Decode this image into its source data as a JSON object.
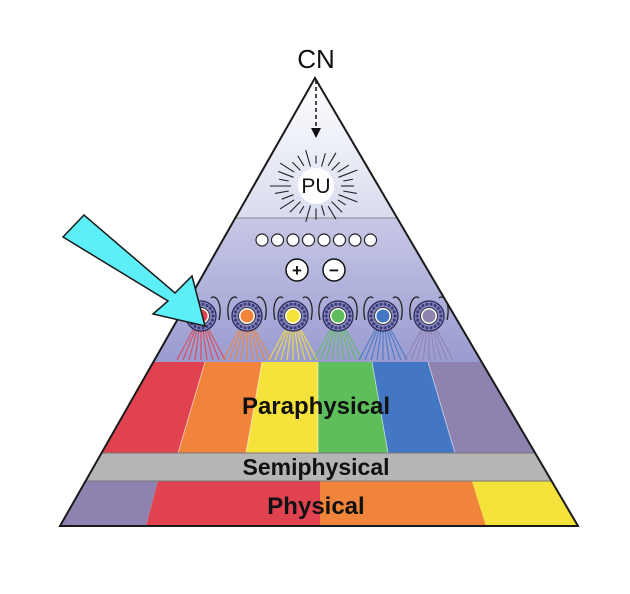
{
  "diagram": {
    "apex_label": "CN",
    "pu_label": "PU",
    "plus_symbol": "+",
    "minus_symbol": "−",
    "small_circle_count": 8,
    "layers": {
      "paraphysical": "Paraphysical",
      "semiphysical": "Semiphysical",
      "physical": "Physical"
    },
    "colors": {
      "red": "#E0434F",
      "orange": "#F0843A",
      "yellow": "#F5E23A",
      "green": "#5DBE5B",
      "blue": "#4377C4",
      "purple": "#8E82B0",
      "gray_band": "#B5B5B5",
      "arrow": "#5CEFF7",
      "outline": "#1a1a1a"
    },
    "paraphysical_band_order": [
      "red",
      "orange",
      "yellow",
      "green",
      "blue",
      "purple"
    ],
    "physical_band_order": [
      "purple",
      "red",
      "orange",
      "yellow"
    ],
    "node_colors": [
      "red",
      "orange",
      "yellow",
      "green",
      "blue",
      "purple"
    ]
  }
}
